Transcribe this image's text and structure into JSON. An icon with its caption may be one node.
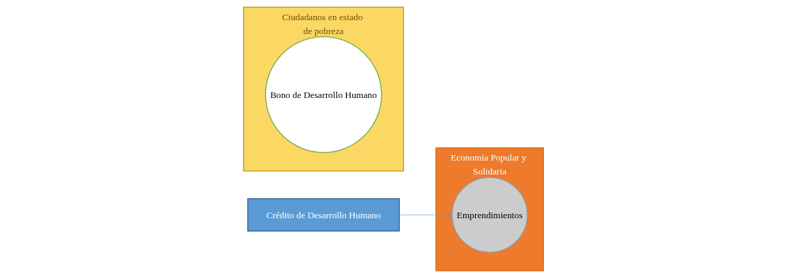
{
  "diagram": {
    "nodes": [
      {
        "text": [
          "Ciudadanos en estado de pobreza"
        ]
      },
      {
        "text": [
          "Bono de Desarrollo Humano"
        ],
        "in": 0
      },
      {
        "text": [
          "Crédito de Desarrollo Humano"
        ]
      },
      {
        "text": [
          "Economía Popular y Solidaria"
        ]
      },
      {
        "text": [
          "Emprendimientos"
        ],
        "in": 3
      }
    ],
    "edges": [
      {
        "from": 2,
        "to": 4,
        "arrow": "to"
      }
    ]
  }
}
